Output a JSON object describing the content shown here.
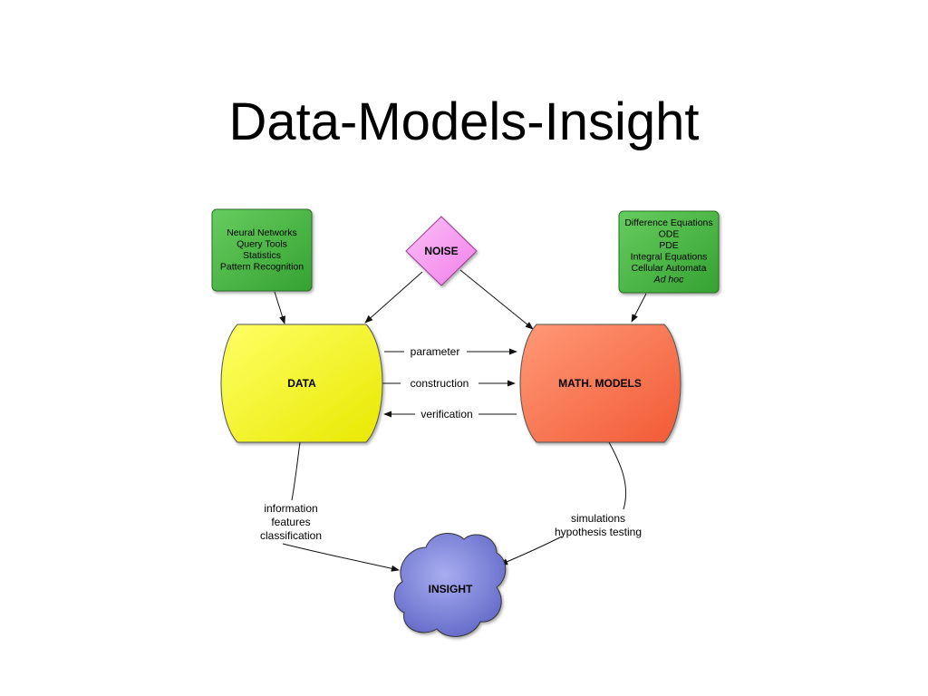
{
  "title": "Data-Models-Insight",
  "nodes": {
    "noise": {
      "label": "NOISE",
      "color": "#f59cf0"
    },
    "data": {
      "label": "DATA",
      "color": "#ffff33"
    },
    "models": {
      "label": "MATH. MODELS",
      "color": "#ff7a55"
    },
    "insight": {
      "label": "INSIGHT",
      "color": "#7f86d6"
    },
    "left_box": {
      "color": "#4cb848",
      "lines": [
        "Neural Networks",
        "Query Tools",
        "Statistics",
        "Pattern Recognition"
      ]
    },
    "right_box": {
      "color": "#4cb848",
      "lines": [
        "Difference Equations",
        "ODE",
        "PDE",
        "Integral Equations",
        "Cellular Automata"
      ],
      "italic_line": "Ad hoc"
    }
  },
  "edges": {
    "parameter": "parameter",
    "construction": "construction",
    "verification": "verification",
    "data_to_insight": [
      "information",
      "features",
      "classification"
    ],
    "models_to_insight": [
      "simulations",
      "hypothesis testing"
    ]
  }
}
